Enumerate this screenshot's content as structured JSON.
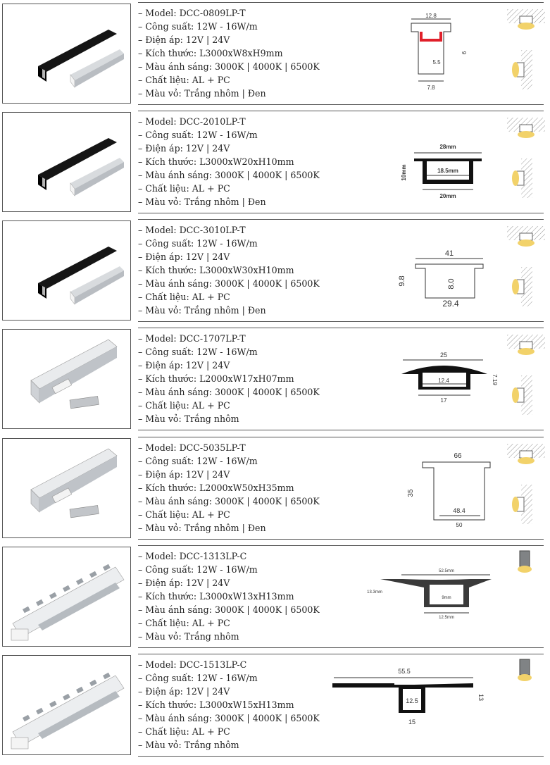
{
  "products": [
    {
      "photo_icon": "black-and-white-profile-photo",
      "mount_icon": "recessed-mount-icon",
      "specs": [
        "– Model: DCC-0809LP-T",
        "– Công suất: 12W - 16W/m",
        "– Điện áp: 12V | 24V",
        "– Kích thước: L3000xW8xH9mm",
        "– Màu ánh sáng: 3000K | 4000K | 6500K",
        "– Chất liệu: AL + PC",
        "– Màu vỏ: Trắng nhôm | Đen"
      ],
      "dims": [
        "12.8",
        "5.5",
        "9",
        "7.8"
      ]
    },
    {
      "photo_icon": "black-and-white-profile-photo",
      "mount_icon": "recessed-mount-icon",
      "specs": [
        "– Model: DCC-2010LP-T",
        "– Công suất: 12W - 16W/m",
        "– Điện áp: 12V | 24V",
        "– Kích thước: L3000xW20xH10mm",
        "– Màu ánh sáng: 3000K | 4000K | 6500K",
        "– Chất liệu: AL + PC",
        "– Màu vỏ: Trắng nhôm | Đen"
      ],
      "dims": [
        "28mm",
        "18.5mm",
        "10mm",
        "20mm"
      ]
    },
    {
      "photo_icon": "black-and-white-profile-photo",
      "mount_icon": "recessed-mount-icon",
      "specs": [
        "– Model: DCC-3010LP-T",
        "– Công suất: 12W - 16W/m",
        "– Điện áp: 12V | 24V",
        "– Kích thước: L3000xW30xH10mm",
        "– Màu ánh sáng: 3000K | 4000K | 6500K",
        "– Chất liệu: AL + PC",
        "– Màu vỏ: Trắng nhôm | Đen"
      ],
      "dims": [
        "41",
        "8.0",
        "9.8",
        "29.4"
      ]
    },
    {
      "photo_icon": "aluminium-profile-photo",
      "mount_icon": "recessed-mount-icon",
      "specs": [
        "– Model: DCC-1707LP-T",
        "– Công suất: 12W - 16W/m",
        "– Điện áp: 12V | 24V",
        "– Kích thước: L2000xW17xH07mm",
        "– Màu ánh sáng: 3000K | 4000K | 6500K",
        "– Chất liệu: AL + PC",
        "– Màu vỏ: Trắng nhôm"
      ],
      "dims": [
        "25",
        "12.4",
        "7.19",
        "17"
      ]
    },
    {
      "photo_icon": "aluminium-profile-photo",
      "mount_icon": "recessed-mount-icon",
      "specs": [
        "– Model: DCC-5035LP-T",
        "– Công suất: 12W - 16W/m",
        "– Điện áp: 12V | 24V",
        "– Kích thước: L2000xW50xH35mm",
        "– Màu ánh sáng: 3000K | 4000K | 6500K",
        "– Chất liệu: AL + PC",
        "– Màu vỏ: Trắng nhôm | Đen"
      ],
      "dims": [
        "66",
        "48.4",
        "35",
        "50"
      ]
    },
    {
      "photo_icon": "plaster-profile-photo",
      "mount_icon": "plaster-mount-icon",
      "specs": [
        "– Model: DCC-1313LP-C",
        "– Công suất: 12W - 16W/m",
        "– Điện áp: 12V | 24V",
        "– Kích thước: L3000xW13xH13mm",
        "– Màu ánh sáng: 3000K | 4000K | 6500K",
        "– Chất liệu: AL + PC",
        "– Màu vỏ: Trắng nhôm"
      ],
      "dims": [
        "52.5mm",
        "9mm",
        "13.3mm",
        "12.5mm"
      ]
    },
    {
      "photo_icon": "plaster-profile-photo",
      "mount_icon": "plaster-mount-icon",
      "specs": [
        "– Model: DCC-1513LP-C",
        "– Công suất: 12W - 16W/m",
        "– Điện áp: 12V | 24V",
        "– Kích thước: L3000xW15xH13mm",
        "– Màu ánh sáng: 3000K | 4000K | 6500K",
        "– Chất liệu: AL + PC",
        "– Màu vỏ: Trắng nhôm"
      ],
      "dims": [
        "55.5",
        "12.5",
        "13",
        "15"
      ]
    }
  ],
  "colors": {
    "rule": "#555555",
    "profile_black": "#111111",
    "profile_silver": "#c9ccd0",
    "light": "#f2d26a",
    "diffuser_red": "#e0202a"
  }
}
